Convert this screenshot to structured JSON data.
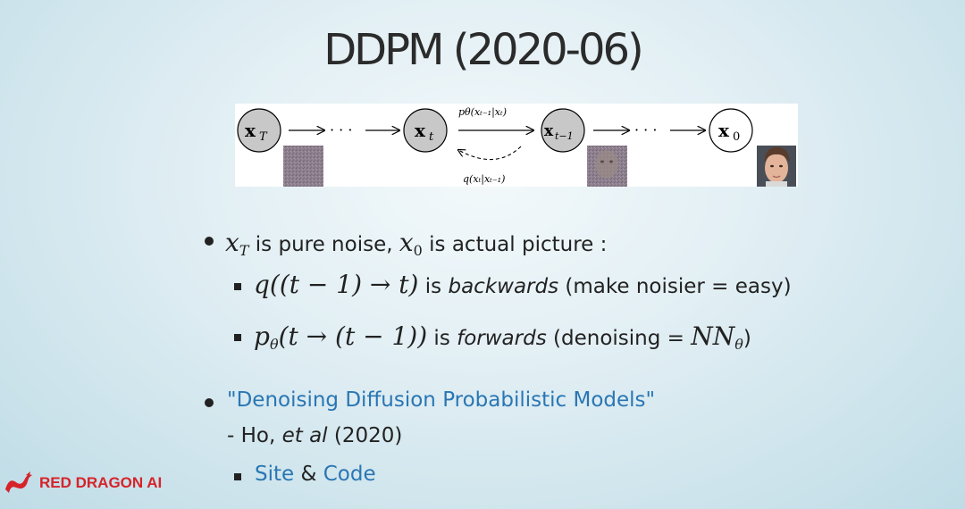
{
  "slide": {
    "title": "DDPM (2020-06)"
  },
  "diagram": {
    "node_xT_label": "x",
    "node_xT_sub": "T",
    "node_xt_label": "x",
    "node_xt_sub": "t",
    "node_xt1_label": "x",
    "node_xt1_sub": "t−1",
    "node_x0_label": "x",
    "node_x0_sub": "0",
    "dots": "· · ·",
    "forward_label": "pθ(xₜ₋₁|xₜ)",
    "backward_label": "q(xₜ|xₜ₋₁)"
  },
  "bullets": {
    "b1": {
      "xT": "x",
      "xT_sub": "T",
      "text1": " is pure noise, ",
      "x0": "x",
      "x0_sub": "0",
      "text2": " is actual picture :"
    },
    "s1": {
      "math": "q((t − 1) → t)",
      "text1": " is ",
      "em": "backwards",
      "text2": " (make noisier = easy)"
    },
    "s2": {
      "math_p": "p",
      "math_theta": "θ",
      "math_rest": "(t → (t − 1))",
      "text1": " is ",
      "em": "forwards",
      "text2": " (denoising = ",
      "nn": "NN",
      "nn_sub": "θ",
      "text3": ")"
    },
    "b2": {
      "link": "\"Denoising Diffusion Probabilistic Models\"",
      "author_prefix": "- Ho, ",
      "author_em": "et al",
      "author_suffix": " (2020)"
    },
    "s3": {
      "site": "Site",
      "amp": " & ",
      "code": "Code"
    }
  },
  "logo": {
    "text": "RED DRAGON AI"
  },
  "colors": {
    "link": "#2a76b3",
    "logo": "#d6232a",
    "node_fill": "#c8c8c8"
  }
}
